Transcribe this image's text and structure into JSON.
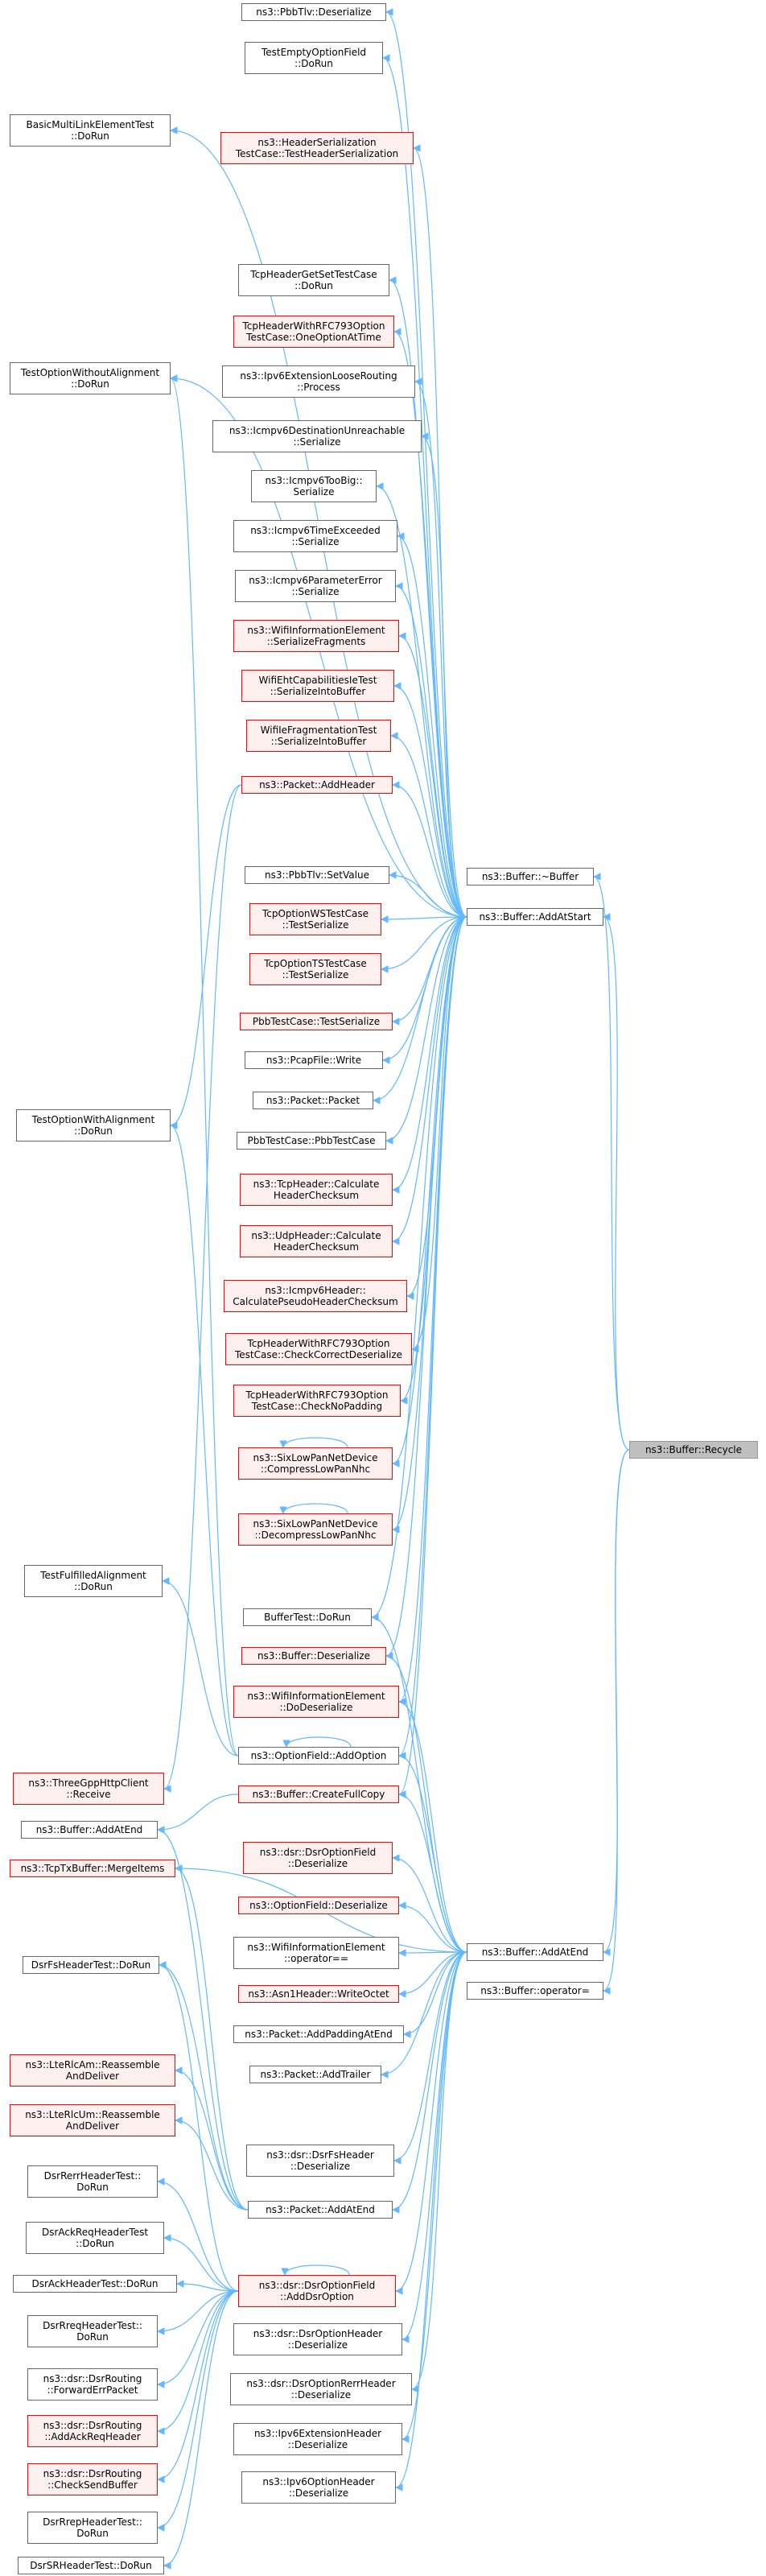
{
  "graph": {
    "colors": {
      "edge": "#63b8ff",
      "node_border": "#666666",
      "red_border": "#ff0000",
      "red_fill": "#fff0f0",
      "root_fill": "#bfbfbf"
    },
    "nodes": {
      "pbbtlv_deserialize": {
        "lines": [
          "ns3::PbbTlv::Deserialize"
        ]
      },
      "test_empty_option": {
        "lines": [
          "TestEmptyOptionField",
          "::DoRun"
        ]
      },
      "basic_multilink": {
        "lines": [
          "BasicMultiLinkElementTest",
          "::DoRun"
        ]
      },
      "header_serialization": {
        "lines": [
          "ns3::HeaderSerialization",
          "TestCase::TestHeaderSerialization"
        ]
      },
      "tcpheader_getset": {
        "lines": [
          "TcpHeaderGetSetTestCase",
          "::DoRun"
        ]
      },
      "tcp793_oneoption": {
        "lines": [
          "TcpHeaderWithRFC793Option",
          "TestCase::OneOptionAtTime"
        ]
      },
      "test_option_without": {
        "lines": [
          "TestOptionWithoutAlignment",
          "::DoRun"
        ]
      },
      "ipv6_loose_routing": {
        "lines": [
          "ns3::Ipv6ExtensionLooseRouting",
          "::Process"
        ]
      },
      "icmpv6_dest_unreach": {
        "lines": [
          "ns3::Icmpv6DestinationUnreachable",
          "::Serialize"
        ]
      },
      "icmpv6_toobig": {
        "lines": [
          "ns3::Icmpv6TooBig::",
          "Serialize"
        ]
      },
      "icmpv6_time_exceeded": {
        "lines": [
          "ns3::Icmpv6TimeExceeded",
          "::Serialize"
        ]
      },
      "icmpv6_param_error": {
        "lines": [
          "ns3::Icmpv6ParameterError",
          "::Serialize"
        ]
      },
      "wifi_info_serialize_frag": {
        "lines": [
          "ns3::WifiInformationElement",
          "::SerializeFragments"
        ]
      },
      "wifi_eht_cap": {
        "lines": [
          "WifiEhtCapabilitiesIeTest",
          "::SerializeIntoBuffer"
        ]
      },
      "wifi_ie_frag": {
        "lines": [
          "WifiIeFragmentationTest",
          "::SerializeIntoBuffer"
        ]
      },
      "packet_addheader": {
        "lines": [
          "ns3::Packet::AddHeader"
        ]
      },
      "buffer_dtor": {
        "lines": [
          "ns3::Buffer::~Buffer"
        ]
      },
      "pbbtlv_setvalue": {
        "lines": [
          "ns3::PbbTlv::SetValue"
        ]
      },
      "buffer_addatstart": {
        "lines": [
          "ns3::Buffer::AddAtStart"
        ]
      },
      "tcpoption_ws": {
        "lines": [
          "TcpOptionWSTestCase",
          "::TestSerialize"
        ]
      },
      "tcpoption_ts": {
        "lines": [
          "TcpOptionTSTestCase",
          "::TestSerialize"
        ]
      },
      "pbb_testserialize": {
        "lines": [
          "PbbTestCase::TestSerialize"
        ]
      },
      "pcapfile_write": {
        "lines": [
          "ns3::PcapFile::Write"
        ]
      },
      "packet_packet": {
        "lines": [
          "ns3::Packet::Packet"
        ]
      },
      "test_option_with": {
        "lines": [
          "TestOptionWithAlignment",
          "::DoRun"
        ]
      },
      "pbb_pbbtestcase": {
        "lines": [
          "PbbTestCase::PbbTestCase"
        ]
      },
      "tcpheader_checksum": {
        "lines": [
          "ns3::TcpHeader::Calculate",
          "HeaderChecksum"
        ]
      },
      "udpheader_checksum": {
        "lines": [
          "ns3::UdpHeader::Calculate",
          "HeaderChecksum"
        ]
      },
      "icmpv6_pseudo_checksum": {
        "lines": [
          "ns3::Icmpv6Header::",
          "CalculatePseudoHeaderChecksum"
        ]
      },
      "tcp793_checkcorrect": {
        "lines": [
          "TcpHeaderWithRFC793Option",
          "TestCase::CheckCorrectDeserialize"
        ]
      },
      "tcp793_nopadding": {
        "lines": [
          "TcpHeaderWithRFC793Option",
          "TestCase::CheckNoPadding"
        ]
      },
      "buffer_recycle": {
        "lines": [
          "ns3::Buffer::Recycle"
        ]
      },
      "sixlowpan_compress": {
        "lines": [
          "ns3::SixLowPanNetDevice",
          "::CompressLowPanNhc"
        ]
      },
      "sixlowpan_decompress": {
        "lines": [
          "ns3::SixLowPanNetDevice",
          "::DecompressLowPanNhc"
        ]
      },
      "test_fulfilled": {
        "lines": [
          "TestFulfilledAlignment",
          "::DoRun"
        ]
      },
      "buffertest_dorun": {
        "lines": [
          "BufferTest::DoRun"
        ]
      },
      "buffer_deserialize": {
        "lines": [
          "ns3::Buffer::Deserialize"
        ]
      },
      "wifi_info_dodeserialize": {
        "lines": [
          "ns3::WifiInformationElement",
          "::DoDeserialize"
        ]
      },
      "optionfield_addoption": {
        "lines": [
          "ns3::OptionField::AddOption"
        ]
      },
      "threegpp_receive": {
        "lines": [
          "ns3::ThreeGppHttpClient",
          "::Receive"
        ]
      },
      "buffer_createfullcopy": {
        "lines": [
          "ns3::Buffer::CreateFullCopy"
        ]
      },
      "buffer_addatend_left": {
        "lines": [
          "ns3::Buffer::AddAtEnd"
        ]
      },
      "dsr_optionfield_deserialize": {
        "lines": [
          "ns3::dsr::DsrOptionField",
          "::Deserialize"
        ]
      },
      "tcptxbuffer_merge": {
        "lines": [
          "ns3::TcpTxBuffer::MergeItems"
        ]
      },
      "optionfield_deserialize": {
        "lines": [
          "ns3::OptionField::Deserialize"
        ]
      },
      "wifi_info_opeq": {
        "lines": [
          "ns3::WifiInformationElement",
          "::operator=="
        ]
      },
      "buffer_addatend": {
        "lines": [
          "ns3::Buffer::AddAtEnd"
        ]
      },
      "dsrfsheadertest": {
        "lines": [
          "DsrFsHeaderTest::DoRun"
        ]
      },
      "asn1_writeoctet": {
        "lines": [
          "ns3::Asn1Header::WriteOctet"
        ]
      },
      "buffer_opassign": {
        "lines": [
          "ns3::Buffer::operator="
        ]
      },
      "packet_addpadding": {
        "lines": [
          "ns3::Packet::AddPaddingAtEnd"
        ]
      },
      "ltercl_am_reassemble": {
        "lines": [
          "ns3::LteRlcAm::Reassemble",
          "AndDeliver"
        ]
      },
      "packet_addtrailer": {
        "lines": [
          "ns3::Packet::AddTrailer"
        ]
      },
      "ltercl_um_reassemble": {
        "lines": [
          "ns3::LteRlcUm::Reassemble",
          "AndDeliver"
        ]
      },
      "dsr_fsheader_deserialize": {
        "lines": [
          "ns3::dsr::DsrFsHeader",
          "::Deserialize"
        ]
      },
      "dsrrerrheadertest": {
        "lines": [
          "DsrRerrHeaderTest::",
          "DoRun"
        ]
      },
      "packet_addatend": {
        "lines": [
          "ns3::Packet::AddAtEnd"
        ]
      },
      "dsracqreqheadertest": {
        "lines": [
          "DsrAckReqHeaderTest",
          "::DoRun"
        ]
      },
      "dsrackheadertest": {
        "lines": [
          "DsrAckHeaderTest::DoRun"
        ]
      },
      "dsr_adddsroption": {
        "lines": [
          "ns3::dsr::DsrOptionField",
          "::AddDsrOption"
        ]
      },
      "dsrrreqheadertest": {
        "lines": [
          "DsrRreqHeaderTest::",
          "DoRun"
        ]
      },
      "dsr_optionheader_deserialize": {
        "lines": [
          "ns3::dsr::DsrOptionHeader",
          "::Deserialize"
        ]
      },
      "dsr_forwarderrpacket": {
        "lines": [
          "ns3::dsr::DsrRouting",
          "::ForwardErrPacket"
        ]
      },
      "dsr_optionrerr_deserialize": {
        "lines": [
          "ns3::dsr::DsrOptionRerrHeader",
          "::Deserialize"
        ]
      },
      "dsr_addackreqheader": {
        "lines": [
          "ns3::dsr::DsrRouting",
          "::AddAckReqHeader"
        ]
      },
      "ipv6_ext_header_deserialize": {
        "lines": [
          "ns3::Ipv6ExtensionHeader",
          "::Deserialize"
        ]
      },
      "dsr_checksendbuffer": {
        "lines": [
          "ns3::dsr::DsrRouting",
          "::CheckSendBuffer"
        ]
      },
      "ipv6_option_header_deserialize": {
        "lines": [
          "ns3::Ipv6OptionHeader",
          "::Deserialize"
        ]
      },
      "dsrrrepheadertest": {
        "lines": [
          "DsrRrepHeaderTest::",
          "DoRun"
        ]
      },
      "dsrsrheadertest": {
        "lines": [
          "DsrSRHeaderTest::DoRun"
        ]
      }
    }
  }
}
